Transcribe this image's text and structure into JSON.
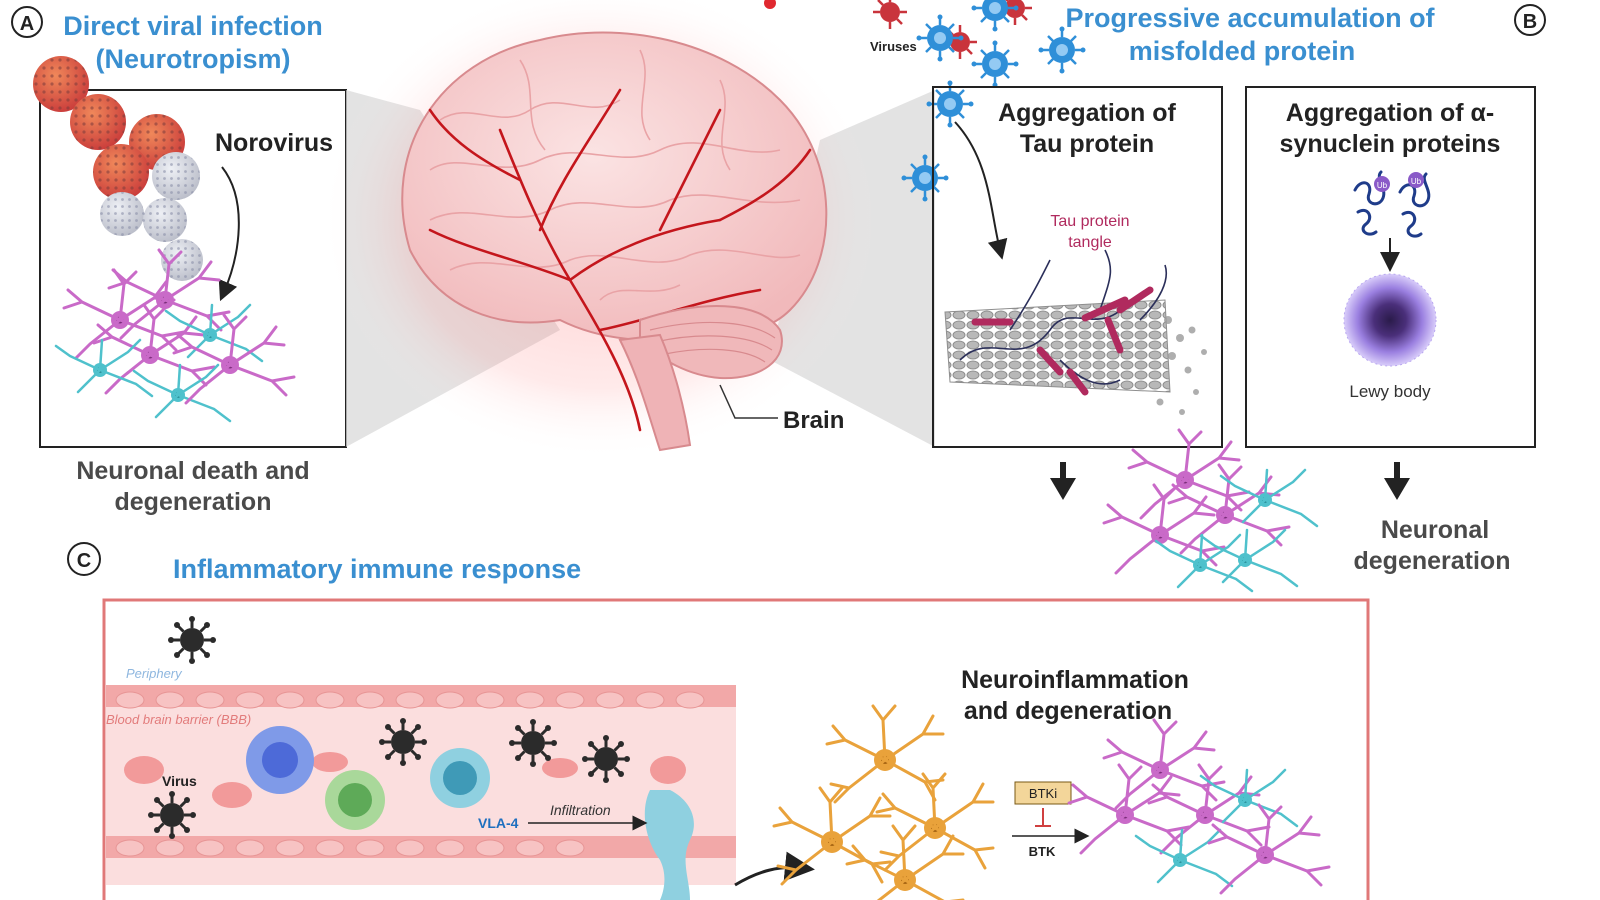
{
  "panels": {
    "a": {
      "letter": "A",
      "title_line1": "Direct viral infection",
      "title_line2": "(Neurotropism)",
      "virus_label": "Norovirus",
      "caption_line1": "Neuronal death and",
      "caption_line2": "degeneration"
    },
    "brain": {
      "label": "Brain"
    },
    "b": {
      "letter": "B",
      "title_line1": "Progressive accumulation of",
      "title_line2": "misfolded protein",
      "viruses_label": "Viruses",
      "tau_title_line1": "Aggregation of",
      "tau_title_line2": "Tau protein",
      "tangle_line1": "Tau protein",
      "tangle_line2": "tangle",
      "syn_title_line1": "Aggregation of α-",
      "syn_title_line2": "synuclein proteins",
      "ub_label": "Ub",
      "lewy_label": "Lewy body",
      "degeneration_line1": "Neuronal",
      "degeneration_line2": "degeneration"
    },
    "c": {
      "letter": "C",
      "title": "Inflammatory immune response",
      "periphery_label": "Periphery",
      "bbb_label": "Blood brain barrier (BBB)",
      "virus_label": "Virus",
      "vla4_label": "VLA-4",
      "infiltration_label": "Infiltration",
      "neuroinflam_line1": "Neuroinflammation",
      "neuroinflam_line2": "and degeneration",
      "btki_label": "BTKi",
      "btk_label": "BTK"
    }
  },
  "colors": {
    "title_blue": "#3a8fd0",
    "virus_red": "#c9343c",
    "virus_blue": "#2f8fd8",
    "tangle_magenta": "#b02a5e",
    "frame_red": "#e07878",
    "neuron_pink": "#c96ac8",
    "neuron_teal": "#4fc1cc",
    "microglia_orange": "#e9a23b"
  }
}
